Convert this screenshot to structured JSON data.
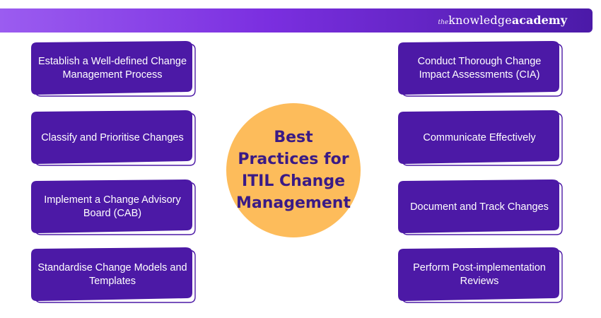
{
  "brand": {
    "prefix": "the",
    "name_regular": "knowledge",
    "name_bold": "academy"
  },
  "center": {
    "title": "Best Practices for ITIL Change Management"
  },
  "colors": {
    "card_fill": "#4c19a6",
    "card_outline": "#4c19a6",
    "circle": "#fdbc5b",
    "title_text": "#3a1a86",
    "banner_start": "#9b5cf0",
    "banner_end": "#4b1aa8"
  },
  "practices_left": [
    {
      "label": "Establish a Well-defined Change Management Process"
    },
    {
      "label": "Classify and Prioritise Changes"
    },
    {
      "label": "Implement a Change Advisory Board (CAB)"
    },
    {
      "label": "Standardise Change Models and Templates"
    }
  ],
  "practices_right": [
    {
      "label": "Conduct Thorough Change Impact Assessments (CIA)"
    },
    {
      "label": "Communicate Effectively"
    },
    {
      "label": "Document and Track Changes"
    },
    {
      "label": "Perform Post-implementation Reviews"
    }
  ]
}
